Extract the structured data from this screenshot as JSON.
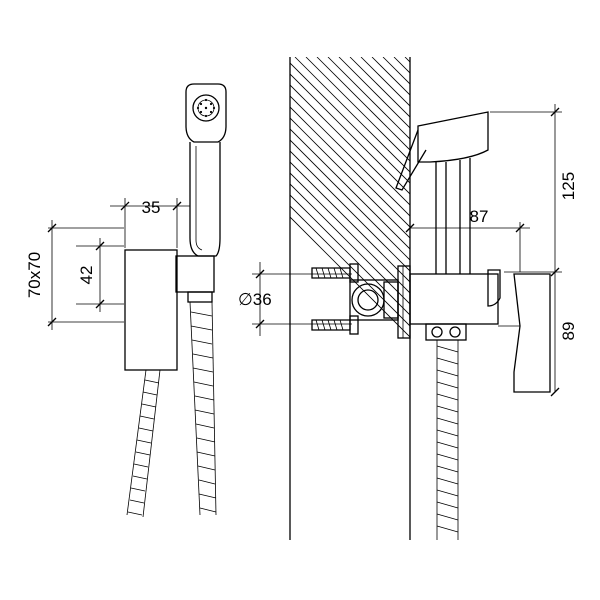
{
  "dimensions": {
    "width_35": "35",
    "size_70x70": "70x70",
    "height_42": "42",
    "diameter_36": "∅36",
    "length_87": "87",
    "height_125": "125",
    "height_89": "89"
  },
  "colors": {
    "line": "#000000",
    "background": "#ffffff"
  }
}
